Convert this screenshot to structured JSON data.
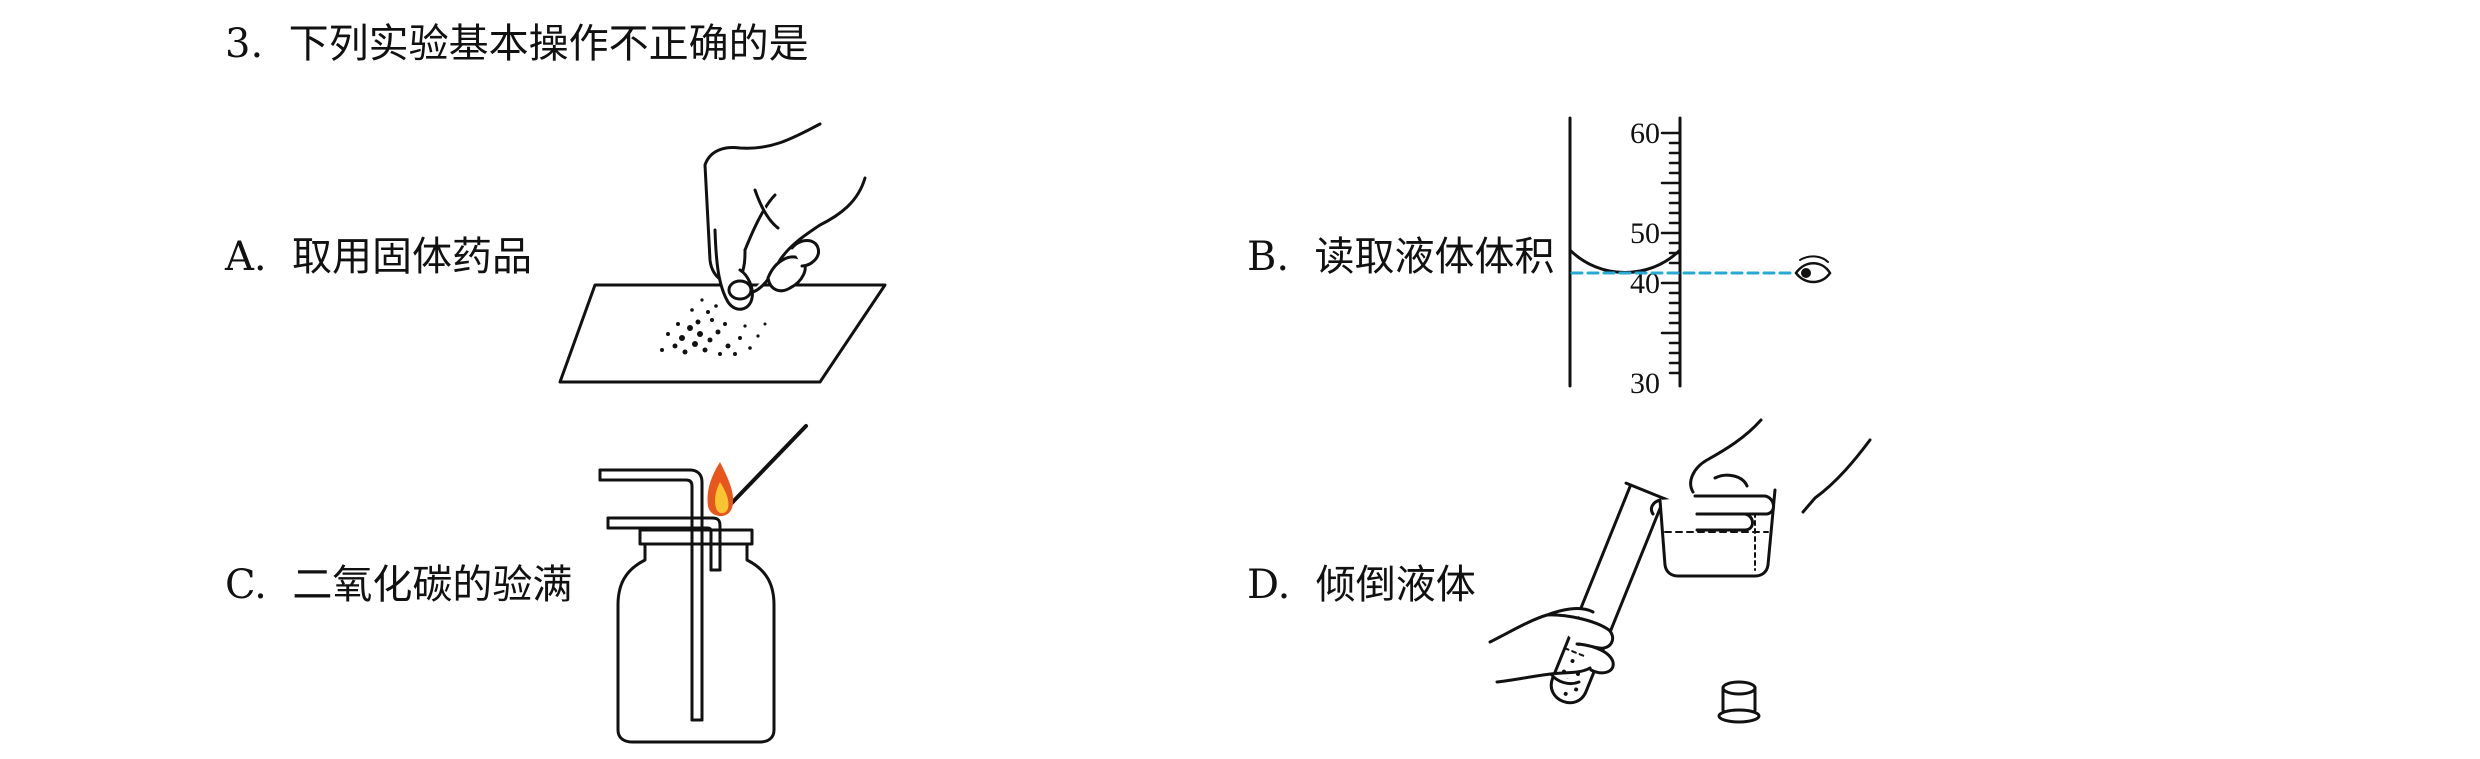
{
  "question": {
    "number": "3.",
    "stem": "下列实验基本操作不正确的是"
  },
  "options": [
    {
      "letter": "A.",
      "text": "取用固体药品"
    },
    {
      "letter": "B.",
      "text": "读取液体体积"
    },
    {
      "letter": "C.",
      "text": "二氧化碳的验满"
    },
    {
      "letter": "D.",
      "text": "倾倒液体"
    }
  ],
  "cylinder_scale": {
    "ticks": [
      "60",
      "50",
      "40",
      "30"
    ]
  },
  "colors": {
    "sight_line": "#29a9d6",
    "flame_outer": "#e8551d",
    "flame_inner": "#f7c531"
  }
}
